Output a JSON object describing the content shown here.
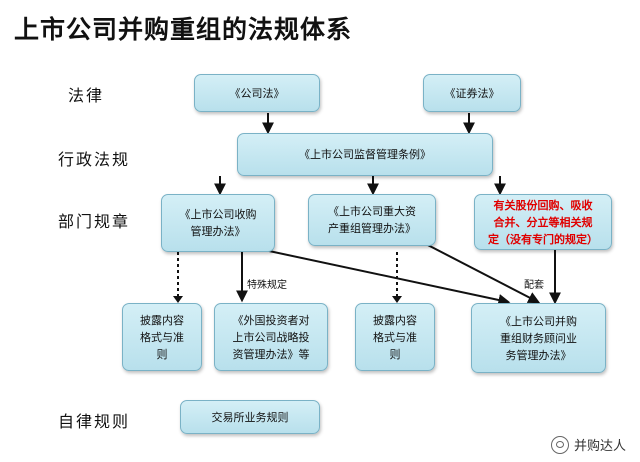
{
  "title": "上市公司并购重组的法规体系",
  "levels": {
    "law": "法律",
    "admin": "行政法规",
    "dept": "部门规章",
    "self": "自律规则"
  },
  "boxes": {
    "company_law": "《公司法》",
    "securities_law": "《证券法》",
    "supervision_regulation": "《上市公司监督管理条例》",
    "acquisition_measures": "《上市公司收购\n管理办法》",
    "major_restructuring_measures": "《上市公司重大资\n产重组管理办法》",
    "related_rules": "有关股份回购、吸收\n合并、分立等相关规\n定（没有专门的规定）",
    "disclosure_format_1": "披露内容\n格式与准\n则",
    "foreign_investor_measures": "《外国投资者对\n上市公司战略投\n资管理办法》等",
    "disclosure_format_2": "披露内容\n格式与准\n则",
    "advisory_measures": "《上市公司并购\n重组财务顾问业\n务管理办法》",
    "exchange_rules": "交易所业务规则"
  },
  "notes": {
    "special_provision": "特殊规定",
    "supporting": "配套"
  },
  "watermark": "并购达人",
  "colors": {
    "box_fill": "#c6e8f2",
    "box_border": "#7ab2c6",
    "red_text": "#e00000"
  }
}
